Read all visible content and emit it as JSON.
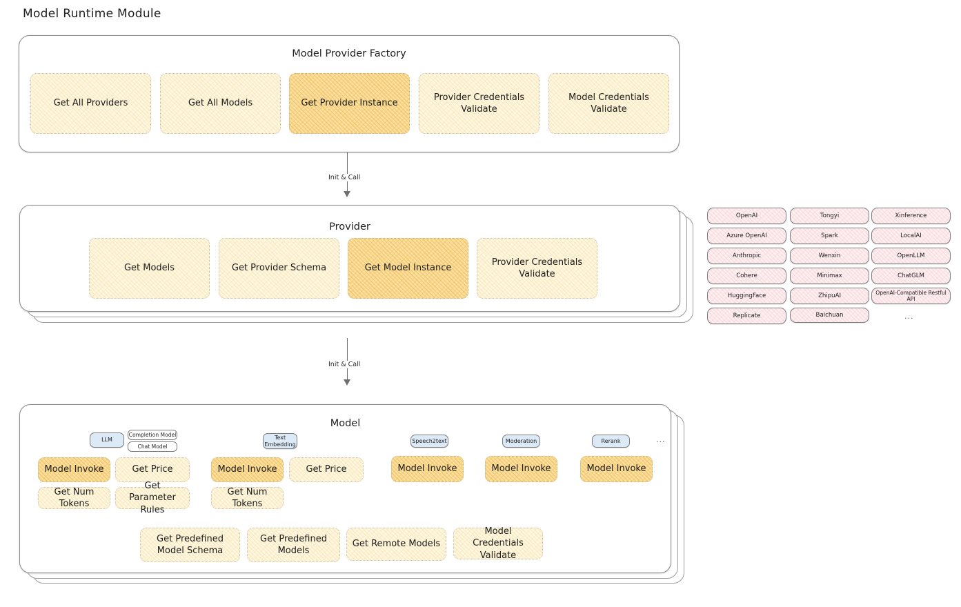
{
  "page": {
    "title": "Model Runtime Module"
  },
  "arrows": [
    {
      "label": "Init & Call"
    },
    {
      "label": "Init & Call"
    }
  ],
  "factory": {
    "title": "Model Provider Factory",
    "methods": [
      {
        "label": "Get All Providers",
        "highlight": false
      },
      {
        "label": "Get All Models",
        "highlight": false
      },
      {
        "label": "Get Provider Instance",
        "highlight": true
      },
      {
        "label": "Provider Credentials Validate",
        "highlight": false
      },
      {
        "label": "Model Credentials Validate",
        "highlight": false
      }
    ]
  },
  "provider": {
    "title": "Provider",
    "methods": [
      {
        "label": "Get Models",
        "highlight": false
      },
      {
        "label": "Get Provider Schema",
        "highlight": false
      },
      {
        "label": "Get Model Instance",
        "highlight": true
      },
      {
        "label": "Provider Credentials Validate",
        "highlight": false
      }
    ]
  },
  "provider_list": {
    "columns": [
      {
        "items": [
          "OpenAI",
          "Azure OpenAI",
          "Anthropic",
          "Cohere",
          "HuggingFace",
          "Replicate"
        ]
      },
      {
        "items": [
          "Tongyi",
          "Spark",
          "Wenxin",
          "Minimax",
          "ZhipuAI",
          "Baichuan"
        ]
      },
      {
        "items": [
          "Xinference",
          "LocalAI",
          "OpenLLM",
          "ChatGLM",
          "OpenAI-Compatible Restful API"
        ]
      }
    ],
    "more": "..."
  },
  "model": {
    "title": "Model",
    "more": "...",
    "types": [
      {
        "name": "LLM",
        "sub_pills": [
          "Completion Model",
          "Chat Model"
        ],
        "methods": [
          {
            "label": "Model Invoke",
            "highlight": true
          },
          {
            "label": "Get Price",
            "highlight": false
          },
          {
            "label": "Get Num Tokens",
            "highlight": false
          },
          {
            "label": "Get Parameter Rules",
            "highlight": false
          }
        ]
      },
      {
        "name": "Text Embedding",
        "sub_pills": [],
        "methods": [
          {
            "label": "Model Invoke",
            "highlight": true
          },
          {
            "label": "Get Price",
            "highlight": false
          },
          {
            "label": "Get Num Tokens",
            "highlight": false
          }
        ]
      },
      {
        "name": "Speech2text",
        "sub_pills": [],
        "methods": [
          {
            "label": "Model Invoke",
            "highlight": true
          }
        ]
      },
      {
        "name": "Moderation",
        "sub_pills": [],
        "methods": [
          {
            "label": "Model Invoke",
            "highlight": true
          }
        ]
      },
      {
        "name": "Rerank",
        "sub_pills": [],
        "methods": [
          {
            "label": "Model Invoke",
            "highlight": true
          }
        ]
      }
    ],
    "common_methods": [
      {
        "label": "Get Predefined Model Schema"
      },
      {
        "label": "Get Predefined Models"
      },
      {
        "label": "Get Remote Models"
      },
      {
        "label": "Model Credentials Validate"
      }
    ]
  },
  "colors": {
    "highlight_fill": "#fadfa0",
    "light_fill": "#fdf6e0",
    "provider_pill_fill": "#fdeef0",
    "type_pill_fill": "#dceaf7",
    "panel_border": "#8d8d8d",
    "text": "#1c1c1c"
  }
}
